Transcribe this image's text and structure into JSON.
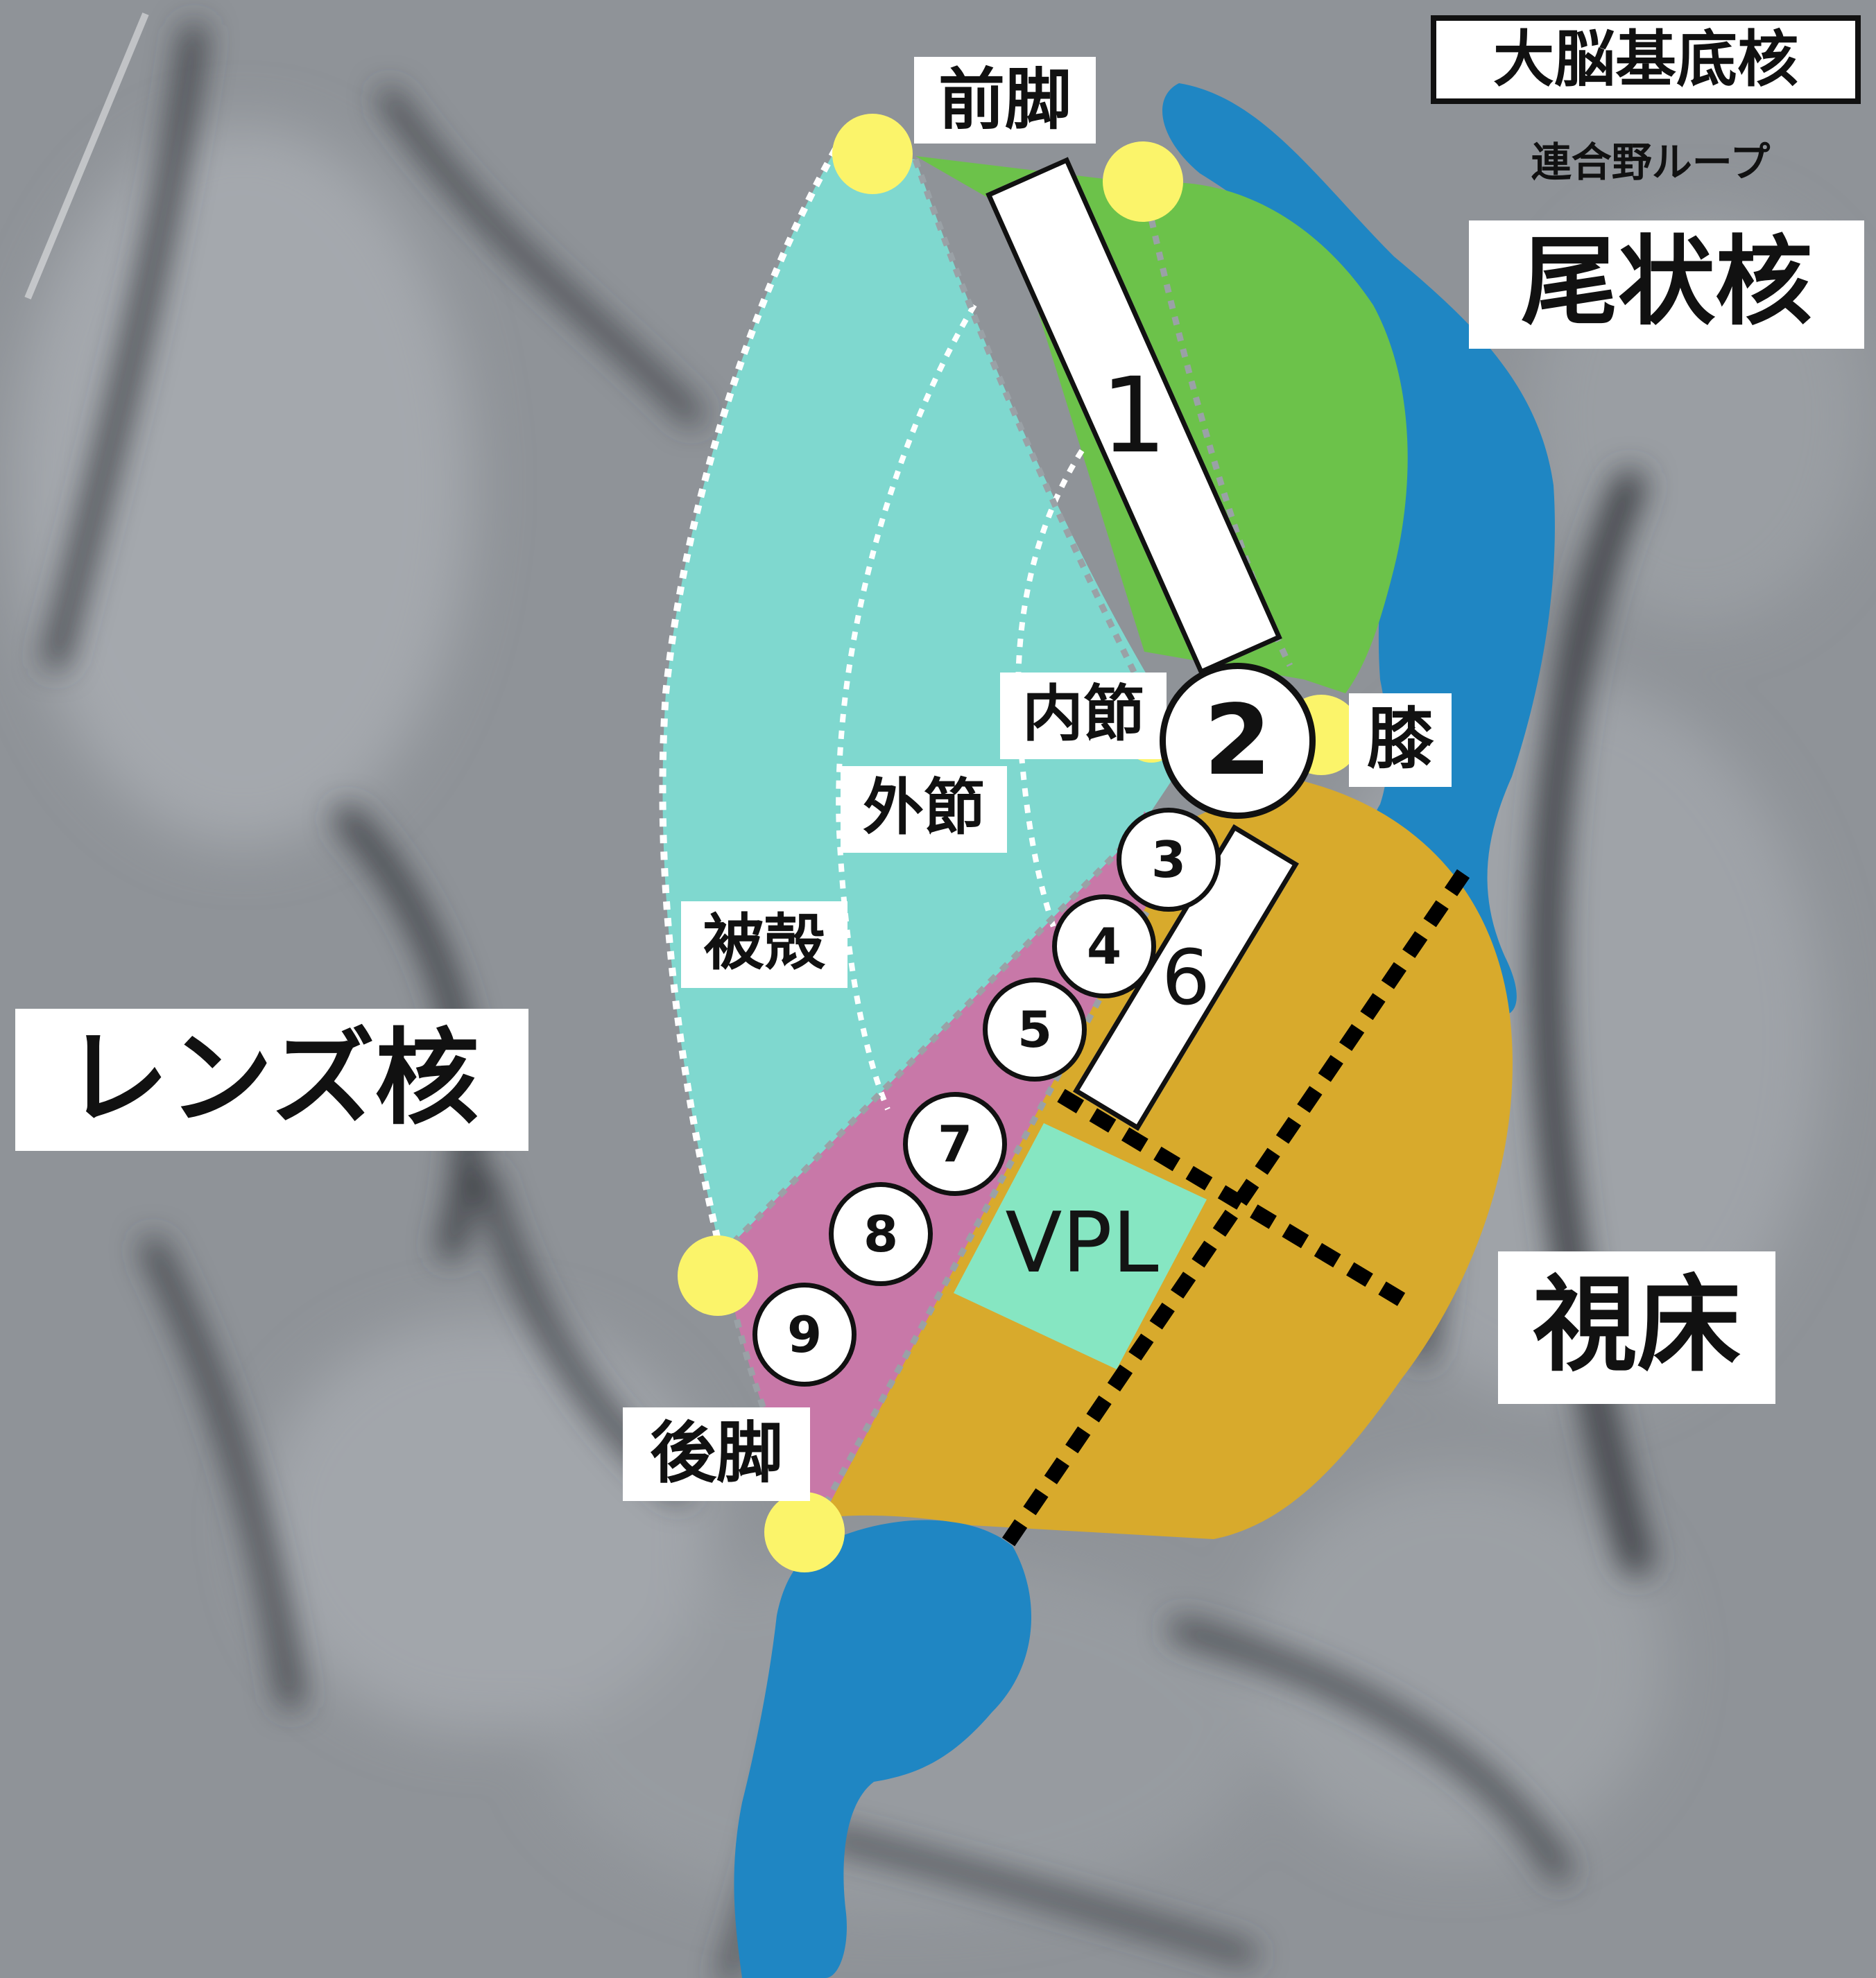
{
  "title_box": "大脳基底核",
  "subtitle": "連合野ループ",
  "regions": {
    "caudate": "尾状核",
    "lentiform": "レンズ核",
    "thalamus": "視床",
    "vpl": "VPL"
  },
  "capsule_parts": {
    "anterior_limb": "前脚",
    "genu": "膝",
    "posterior_limb": "後脚"
  },
  "lentiform_parts": {
    "putamen": "被殻",
    "globus_pallidus_externa": "外節",
    "globus_pallidus_interna": "内節"
  },
  "markers": [
    "1",
    "2",
    "3",
    "4",
    "5",
    "6",
    "7",
    "8",
    "9"
  ],
  "colors": {
    "caudate_green": "#6cc24a",
    "lentiform_teal": "#7fd8cf",
    "thalamus_gold": "#d8aa2c",
    "posterior_limb_pink": "#c878a8",
    "vpl_mint": "#86e6c2",
    "ventricle_blue": "#1f86c3",
    "landmark_yellow": "#fbf46a"
  }
}
